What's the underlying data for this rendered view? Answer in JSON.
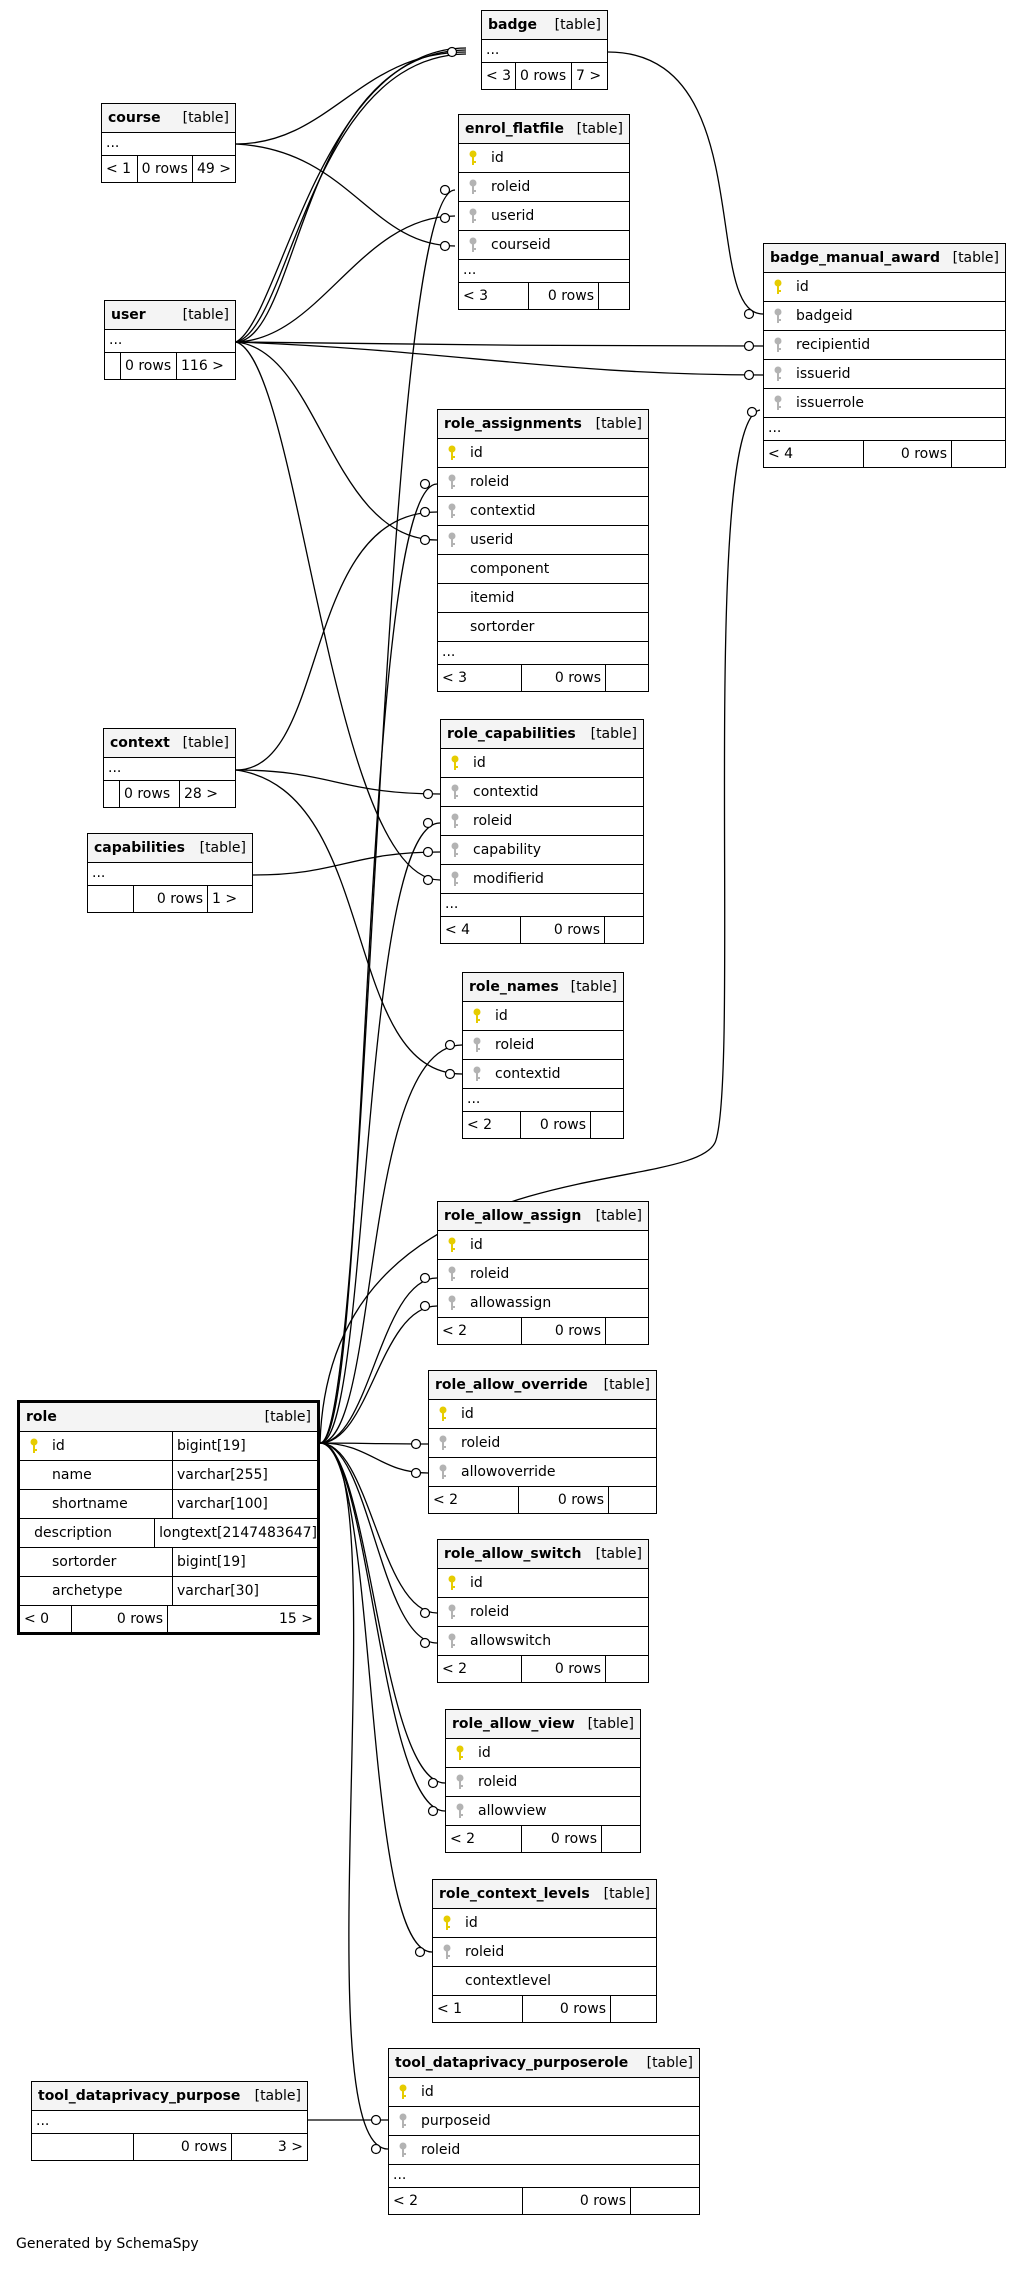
{
  "footer_text": "Generated by SchemaSpy",
  "tables": {
    "badge": {
      "name": "badge",
      "kind": "[table]",
      "ellipsis": "...",
      "foot": [
        "< 3",
        "0 rows",
        "7 >"
      ]
    },
    "course": {
      "name": "course",
      "kind": "[table]",
      "ellipsis": "...",
      "foot": [
        "< 1",
        "0 rows",
        "49 >"
      ]
    },
    "enrol_flatfile": {
      "name": "enrol_flatfile",
      "kind": "[table]",
      "cols": [
        "id",
        "roleid",
        "userid",
        "courseid"
      ],
      "ellipsis": "...",
      "foot": [
        "< 3",
        "0 rows",
        ""
      ]
    },
    "user": {
      "name": "user",
      "kind": "[table]",
      "ellipsis": "...",
      "foot": [
        "",
        "0 rows",
        "116 >"
      ]
    },
    "badge_manual_award": {
      "name": "badge_manual_award",
      "kind": "[table]",
      "cols": [
        "id",
        "badgeid",
        "recipientid",
        "issuerid",
        "issuerrole"
      ],
      "ellipsis": "...",
      "foot": [
        "< 4",
        "0 rows",
        ""
      ]
    },
    "role_assignments": {
      "name": "role_assignments",
      "kind": "[table]",
      "cols": [
        "id",
        "roleid",
        "contextid",
        "userid",
        "component",
        "itemid",
        "sortorder"
      ],
      "ellipsis": "...",
      "foot": [
        "< 3",
        "0 rows",
        ""
      ]
    },
    "context": {
      "name": "context",
      "kind": "[table]",
      "ellipsis": "...",
      "foot": [
        "",
        "0 rows",
        "28 >"
      ]
    },
    "capabilities": {
      "name": "capabilities",
      "kind": "[table]",
      "ellipsis": "...",
      "foot": [
        "",
        "0 rows",
        "1 >"
      ]
    },
    "role_capabilities": {
      "name": "role_capabilities",
      "kind": "[table]",
      "cols": [
        "id",
        "contextid",
        "roleid",
        "capability",
        "modifierid"
      ],
      "ellipsis": "...",
      "foot": [
        "< 4",
        "0 rows",
        ""
      ]
    },
    "role_names": {
      "name": "role_names",
      "kind": "[table]",
      "cols": [
        "id",
        "roleid",
        "contextid"
      ],
      "ellipsis": "...",
      "foot": [
        "< 2",
        "0 rows",
        ""
      ]
    },
    "role_allow_assign": {
      "name": "role_allow_assign",
      "kind": "[table]",
      "cols": [
        "id",
        "roleid",
        "allowassign"
      ],
      "foot": [
        "< 2",
        "0 rows",
        ""
      ]
    },
    "role_allow_override": {
      "name": "role_allow_override",
      "kind": "[table]",
      "cols": [
        "id",
        "roleid",
        "allowoverride"
      ],
      "foot": [
        "< 2",
        "0 rows",
        ""
      ]
    },
    "role": {
      "name": "role",
      "kind": "[table]",
      "cols": [
        "id",
        "name",
        "shortname",
        "description",
        "sortorder",
        "archetype"
      ],
      "types": [
        "bigint[19]",
        "varchar[255]",
        "varchar[100]",
        "longtext[2147483647]",
        "bigint[19]",
        "varchar[30]"
      ],
      "foot": [
        "< 0",
        "0 rows",
        "15 >"
      ]
    },
    "role_allow_switch": {
      "name": "role_allow_switch",
      "kind": "[table]",
      "cols": [
        "id",
        "roleid",
        "allowswitch"
      ],
      "foot": [
        "< 2",
        "0 rows",
        ""
      ]
    },
    "role_allow_view": {
      "name": "role_allow_view",
      "kind": "[table]",
      "cols": [
        "id",
        "roleid",
        "allowview"
      ],
      "foot": [
        "< 2",
        "0 rows",
        ""
      ]
    },
    "role_context_levels": {
      "name": "role_context_levels",
      "kind": "[table]",
      "cols": [
        "id",
        "roleid",
        "contextlevel"
      ],
      "foot": [
        "< 1",
        "0 rows",
        ""
      ]
    },
    "tool_dataprivacy_purpose": {
      "name": "tool_dataprivacy_purpose",
      "kind": "[table]",
      "ellipsis": "...",
      "foot": [
        "",
        "0 rows",
        "3 >"
      ]
    },
    "tool_dataprivacy_purposerole": {
      "name": "tool_dataprivacy_purposerole",
      "kind": "[table]",
      "cols": [
        "id",
        "purposeid",
        "roleid"
      ],
      "ellipsis": "...",
      "foot": [
        "< 2",
        "0 rows",
        ""
      ]
    }
  },
  "key_columns": {
    "enrol_flatfile": [
      "primary",
      "foreign",
      "foreign",
      "foreign"
    ],
    "badge_manual_award": [
      "primary",
      "foreign",
      "foreign",
      "foreign",
      "foreign"
    ],
    "role_assignments": [
      "primary",
      "foreign",
      "foreign",
      "foreign",
      "none",
      "none",
      "none"
    ],
    "role_capabilities": [
      "primary",
      "foreign",
      "foreign",
      "foreign",
      "foreign"
    ],
    "role_names": [
      "primary",
      "foreign",
      "foreign"
    ],
    "role_allow_assign": [
      "primary",
      "foreign",
      "foreign"
    ],
    "role_allow_override": [
      "primary",
      "foreign",
      "foreign"
    ],
    "role": [
      "primary",
      "none",
      "none",
      "none",
      "none",
      "none"
    ],
    "role_allow_switch": [
      "primary",
      "foreign",
      "foreign"
    ],
    "role_allow_view": [
      "primary",
      "foreign",
      "foreign"
    ],
    "role_context_levels": [
      "primary",
      "foreign",
      "none"
    ],
    "tool_dataprivacy_purposerole": [
      "primary",
      "foreign",
      "foreign"
    ]
  },
  "relationships": [
    {
      "from": "course",
      "to": "badge.ellipsis"
    },
    {
      "from": "course",
      "to": "enrol_flatfile.courseid"
    },
    {
      "from": "user",
      "to": "badge.ellipsis"
    },
    {
      "from": "user",
      "to": "enrol_flatfile.userid"
    },
    {
      "from": "user",
      "to": "badge_manual_award.recipientid"
    },
    {
      "from": "user",
      "to": "badge_manual_award.issuerid"
    },
    {
      "from": "user",
      "to": "role_assignments.userid"
    },
    {
      "from": "user",
      "to": "role_capabilities.modifierid"
    },
    {
      "from": "badge",
      "to": "badge_manual_award.badgeid"
    },
    {
      "from": "context",
      "to": "role_assignments.contextid"
    },
    {
      "from": "context",
      "to": "role_capabilities.contextid"
    },
    {
      "from": "context",
      "to": "role_names.contextid"
    },
    {
      "from": "capabilities",
      "to": "role_capabilities.capability"
    },
    {
      "from": "role",
      "to": "enrol_flatfile.roleid"
    },
    {
      "from": "role",
      "to": "role_assignments.roleid"
    },
    {
      "from": "role",
      "to": "role_capabilities.roleid"
    },
    {
      "from": "role",
      "to": "role_names.roleid"
    },
    {
      "from": "role",
      "to": "badge_manual_award.issuerrole"
    },
    {
      "from": "role",
      "to": "role_allow_assign.roleid"
    },
    {
      "from": "role",
      "to": "role_allow_assign.allowassign"
    },
    {
      "from": "role",
      "to": "role_allow_override.roleid"
    },
    {
      "from": "role",
      "to": "role_allow_override.allowoverride"
    },
    {
      "from": "role",
      "to": "role_allow_switch.roleid"
    },
    {
      "from": "role",
      "to": "role_allow_switch.allowswitch"
    },
    {
      "from": "role",
      "to": "role_allow_view.roleid"
    },
    {
      "from": "role",
      "to": "role_allow_view.allowview"
    },
    {
      "from": "role",
      "to": "role_context_levels.roleid"
    },
    {
      "from": "role",
      "to": "tool_dataprivacy_purposerole.roleid"
    },
    {
      "from": "tool_dataprivacy_purpose",
      "to": "tool_dataprivacy_purposerole.purposeid"
    }
  ],
  "colors": {
    "primary_key": "#e6cc00",
    "foreign_key": "#b3b3b3",
    "line": "#000000",
    "header_bg": "#f4f4f4"
  }
}
